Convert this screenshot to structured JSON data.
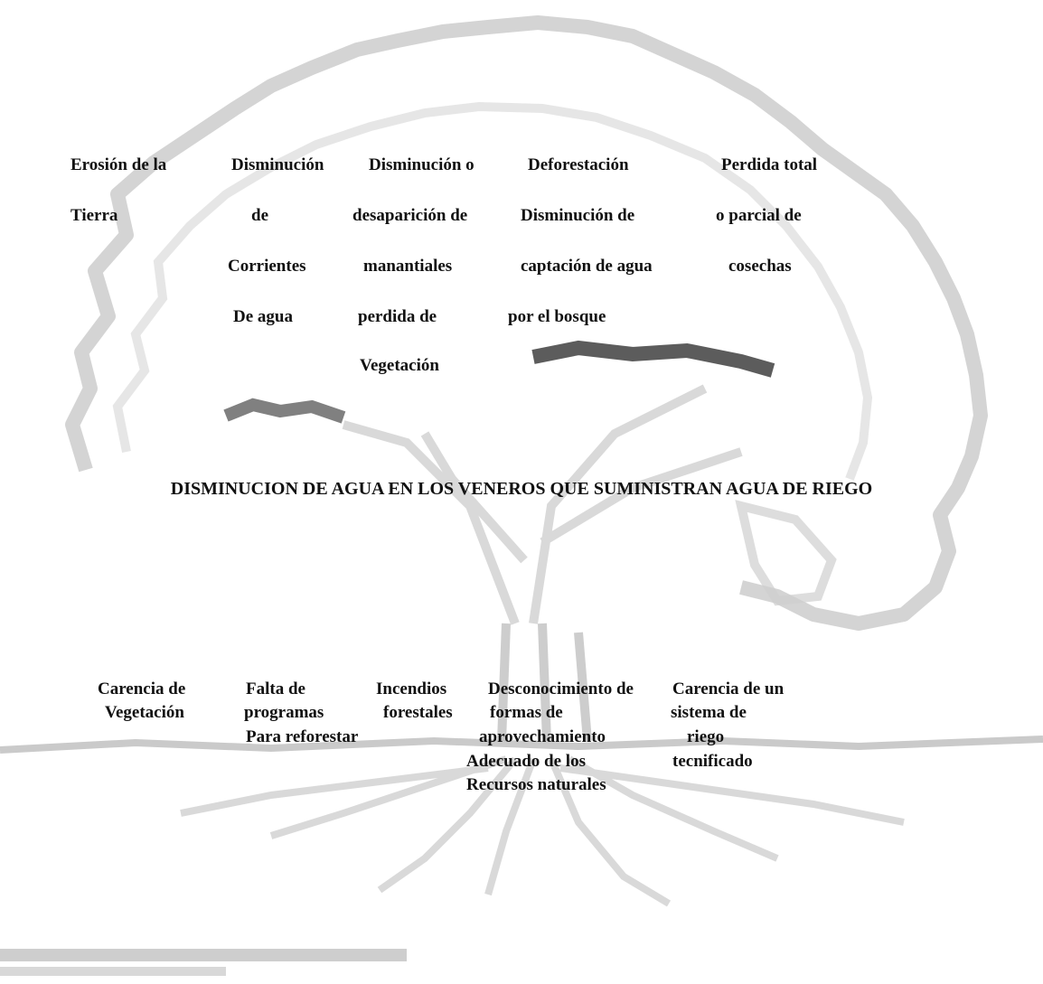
{
  "effects": {
    "erosion": [
      "Erosión de la",
      "Tierra"
    ],
    "corrientes": [
      "Disminución",
      "de",
      "Corrientes",
      "De agua"
    ],
    "manantiales": [
      "Disminución o",
      "desaparición de",
      "manantiales",
      "perdida de",
      "Vegetación"
    ],
    "deforestacion": [
      "Deforestación",
      "Disminución de",
      "captación de agua",
      "por el bosque"
    ],
    "cosechas": [
      "Perdida total",
      "o parcial de",
      "cosechas"
    ]
  },
  "problem": "DISMINUCION DE AGUA EN LOS VENEROS QUE SUMINISTRAN AGUA DE RIEGO",
  "causes": {
    "vegetacion": [
      "Carencia de",
      "Vegetación"
    ],
    "programas": [
      "Falta de",
      "programas",
      "Para reforestar"
    ],
    "incendios": [
      "Incendios",
      "forestales"
    ],
    "desconocimiento": [
      "Desconocimiento de",
      "formas de",
      "aprovechamiento",
      "Adecuado de los",
      "Recursos naturales"
    ],
    "riego": [
      "Carencia de un",
      "sistema de",
      "riego",
      "tecnificado"
    ]
  }
}
